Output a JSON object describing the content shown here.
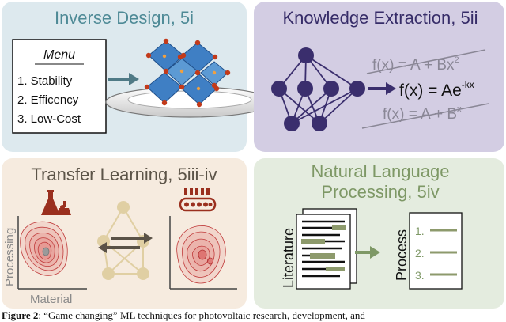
{
  "panels": {
    "inverse": {
      "title": "Inverse Design, 5i",
      "menu_title": "Menu",
      "menu_items": [
        "1. Stability",
        "2. Efficency",
        "3. Low-Cost"
      ]
    },
    "knowledge": {
      "title": "Knowledge Extraction, 5ii",
      "eq_rejected_1_main": "f(x) = A + Bx",
      "eq_rejected_1_sup": "2",
      "eq_selected_main": "f(x) = Ae",
      "eq_selected_sup": "-kx",
      "eq_rejected_2_main": "f(x) = A + B",
      "eq_rejected_2_sup": "x"
    },
    "transfer": {
      "title": "Transfer Learning, 5iii-iv",
      "ylabel": "Processing",
      "xlabel": "Material"
    },
    "nlp": {
      "title_line1": "Natural Language",
      "title_line2": "Processing, 5iv",
      "left_label": "Literature",
      "right_label": "Process",
      "steps": [
        "1.",
        "2.",
        "3."
      ]
    }
  },
  "caption": {
    "label": "Figure 2",
    "text": ": “Game changing” ML techniques for photovoltaic research, development, and"
  },
  "colors": {
    "panel_inverse": "#dde9ee",
    "panel_knowledge": "#d3cde3",
    "panel_transfer": "#f6ebdf",
    "panel_nlp": "#e4ecdf",
    "title_teal": "#4e8a96",
    "title_purple": "#362c68",
    "title_brown": "#5c5448",
    "title_green": "#7e9866",
    "network_purple": "#3a2e6d",
    "network_tan": "#e0cfa3",
    "contour_red": "#d64d4d",
    "highlight_olive": "#8d9a6c"
  }
}
